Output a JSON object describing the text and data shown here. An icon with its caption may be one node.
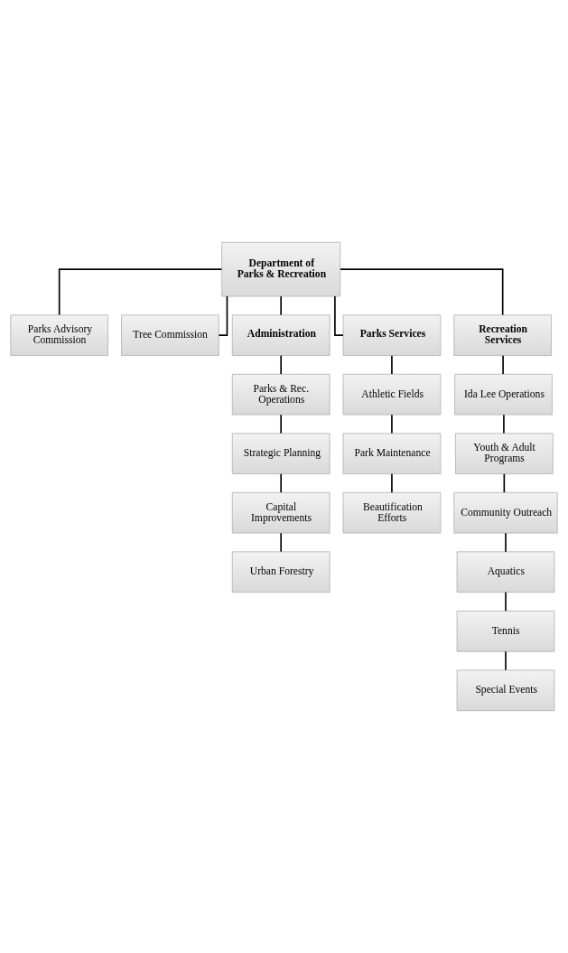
{
  "diagram": {
    "nodes": [
      {
        "text": [
          "Department of Parks & Recreation"
        ]
      },
      {
        "text": [
          "Parks Advisory Commission"
        ]
      },
      {
        "text": [
          "Tree Commission"
        ]
      },
      {
        "text": [
          "Administration"
        ]
      },
      {
        "text": [
          "Parks Services"
        ]
      },
      {
        "text": [
          "Recreation Services"
        ]
      },
      {
        "text": [
          "Parks & Rec. Operations"
        ]
      },
      {
        "text": [
          "Strategic Planning"
        ]
      },
      {
        "text": [
          "Capital Improvements"
        ]
      },
      {
        "text": [
          "Urban Forestry"
        ]
      },
      {
        "text": [
          "Athletic Fields"
        ]
      },
      {
        "text": [
          "Park Maintenance"
        ]
      },
      {
        "text": [
          "Beautification Efforts"
        ]
      },
      {
        "text": [
          "Ida Lee Operations"
        ]
      },
      {
        "text": [
          "Youth & Adult Programs"
        ]
      },
      {
        "text": [
          "Community Outreach"
        ]
      },
      {
        "text": [
          "Aquatics"
        ]
      },
      {
        "text": [
          "Tennis"
        ]
      },
      {
        "text": [
          "Special Events"
        ]
      }
    ],
    "edges": [
      {
        "from": 0,
        "to": 1,
        "arrow": "none"
      },
      {
        "from": 0,
        "to": 2,
        "arrow": "none"
      },
      {
        "from": 0,
        "to": 3,
        "arrow": "none"
      },
      {
        "from": 0,
        "to": 4,
        "arrow": "none"
      },
      {
        "from": 0,
        "to": 5,
        "arrow": "none"
      },
      {
        "from": 3,
        "to": 6,
        "arrow": "none"
      },
      {
        "from": 6,
        "to": 7,
        "arrow": "none"
      },
      {
        "from": 7,
        "to": 8,
        "arrow": "none"
      },
      {
        "from": 8,
        "to": 9,
        "arrow": "none"
      },
      {
        "from": 4,
        "to": 10,
        "arrow": "none"
      },
      {
        "from": 10,
        "to": 11,
        "arrow": "none"
      },
      {
        "from": 11,
        "to": 12,
        "arrow": "none"
      },
      {
        "from": 5,
        "to": 13,
        "arrow": "none"
      },
      {
        "from": 13,
        "to": 14,
        "arrow": "none"
      },
      {
        "from": 14,
        "to": 15,
        "arrow": "none"
      },
      {
        "from": 15,
        "to": 16,
        "arrow": "none"
      },
      {
        "from": 16,
        "to": 17,
        "arrow": "none"
      },
      {
        "from": 17,
        "to": 18,
        "arrow": "none"
      }
    ]
  }
}
